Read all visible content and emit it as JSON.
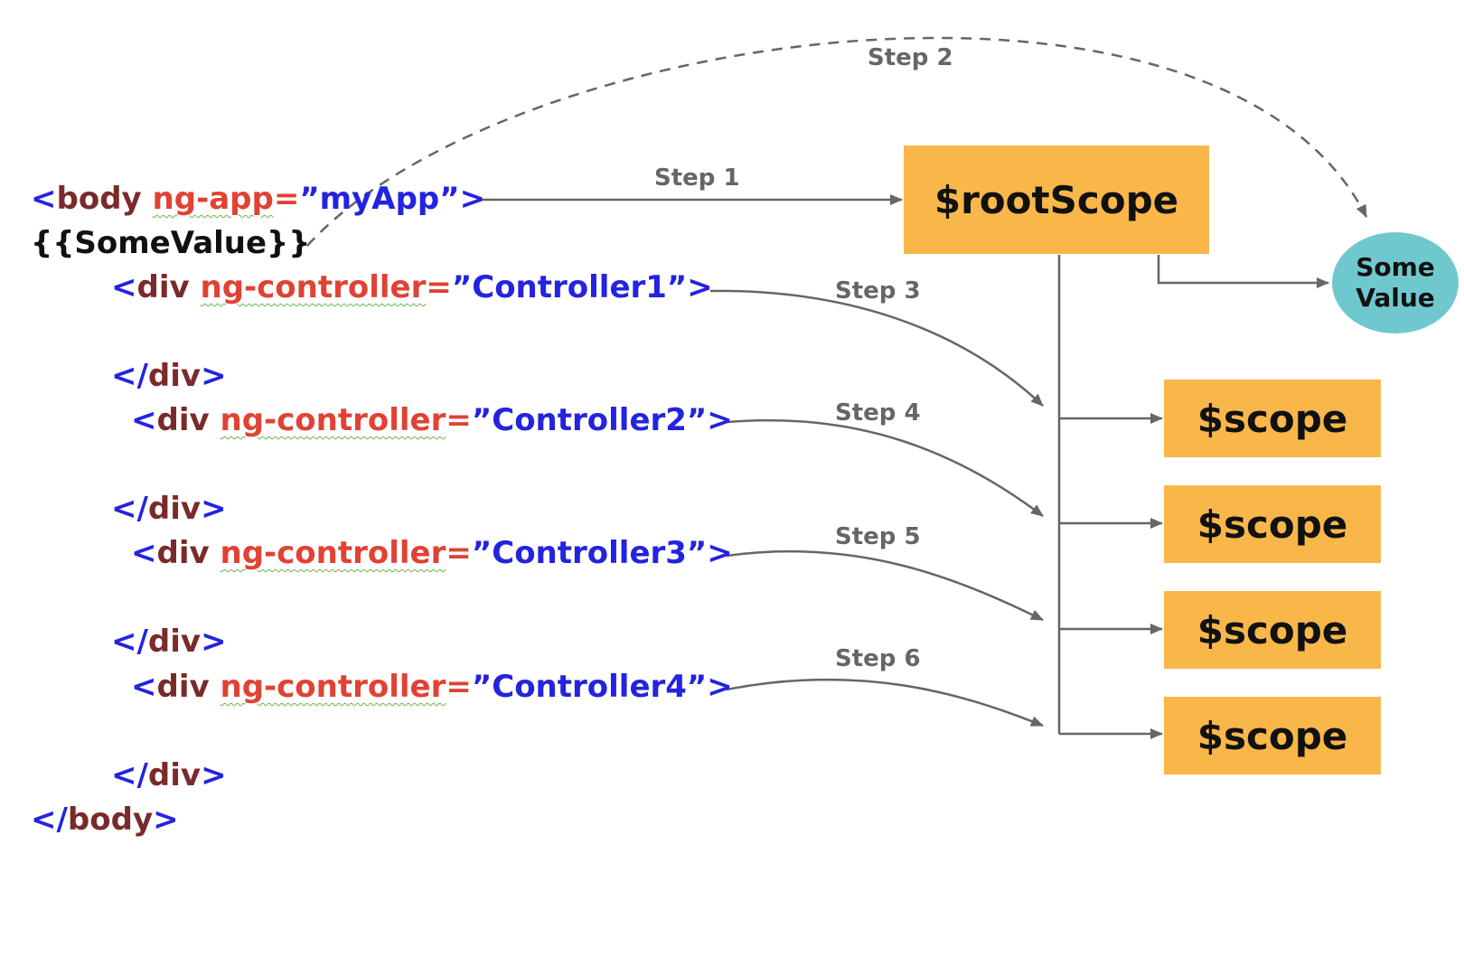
{
  "code": {
    "body_open": {
      "lt": "<",
      "tag": "body",
      "attr": "ng-app",
      "eq": "=",
      "value": "”myApp”",
      "gt": ">"
    },
    "template": "{{SomeValue}}",
    "controllers": [
      {
        "lt": "<",
        "tag": "div",
        "attr": "ng-controller",
        "eq": "=",
        "value": "”Controller1”",
        "gt": ">",
        "close_lt": "</",
        "close_tag": "div",
        "close_gt": ">"
      },
      {
        "lt": "<",
        "tag": "div",
        "attr": "ng-controller",
        "eq": "=",
        "value": "”Controller2”",
        "gt": ">",
        "close_lt": "</",
        "close_tag": "div",
        "close_gt": ">"
      },
      {
        "lt": "<",
        "tag": "div",
        "attr": "ng-controller",
        "eq": "=",
        "value": "”Controller3”",
        "gt": ">",
        "close_lt": "</",
        "close_tag": "div",
        "close_gt": ">"
      },
      {
        "lt": "<",
        "tag": "div",
        "attr": "ng-controller",
        "eq": "=",
        "value": "”Controller4”",
        "gt": ">",
        "close_lt": "</",
        "close_tag": "div",
        "close_gt": ">"
      }
    ],
    "body_close": {
      "lt": "</",
      "tag": "body",
      "gt": ">"
    }
  },
  "steps": [
    "Step 1",
    "Step 2",
    "Step 3",
    "Step 4",
    "Step 5",
    "Step 6"
  ],
  "root_scope": {
    "label": "$rootScope"
  },
  "some_value": {
    "line1": "Some",
    "line2": "Value"
  },
  "scopes": [
    {
      "label": "$scope"
    },
    {
      "label": "$scope"
    },
    {
      "label": "$scope"
    },
    {
      "label": "$scope"
    }
  ],
  "colors": {
    "punctuation": "#2323e0",
    "tag": "#7a2a2a",
    "attribute": "#e04234",
    "value": "#2323e0",
    "box_fill": "#f9b74a",
    "ellipse_fill": "#70c8cf",
    "arrow": "#666666",
    "squiggle": "#6ab04c"
  }
}
